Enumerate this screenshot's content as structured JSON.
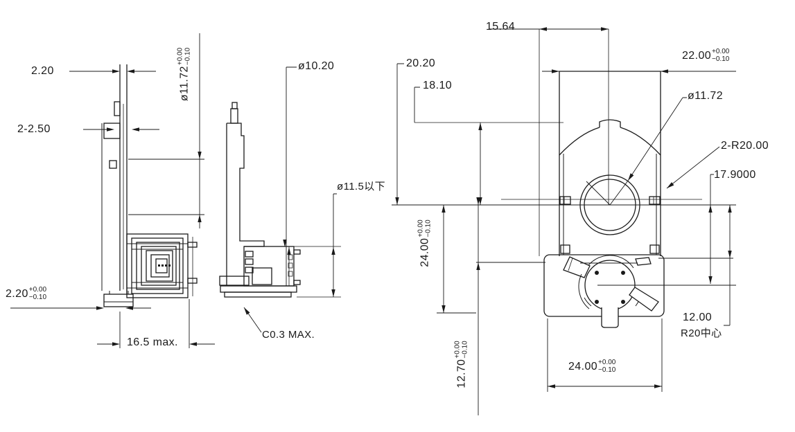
{
  "drawing": {
    "type": "mechanical-part-three-view-dimension-drawing",
    "line_color": "#1a1a1a",
    "background": "#ffffff",
    "views": {
      "left": "side-view-section",
      "middle": "side-profile-view",
      "right": "front-view-with-gear-housing"
    }
  },
  "labels": {
    "plate_thickness_top": {
      "value": "2.20"
    },
    "slot_two_places": {
      "value": "2-2.50"
    },
    "dia1172_side": {
      "value": "ø11.72",
      "tol_plus": "+0.00",
      "tol_minus": "−0.10"
    },
    "base_thickness": {
      "value": "2.20",
      "tol_plus": "+0.00",
      "tol_minus": "−0.10"
    },
    "max_depth": {
      "value": "16.5  max."
    },
    "dia1020": {
      "value": "ø10.20"
    },
    "dia115_max": {
      "value": "ø11.5以下"
    },
    "chamfer": {
      "value": "C0.3 MAX."
    },
    "w1564": {
      "value": "15.64"
    },
    "h2020": {
      "value": "20.20"
    },
    "h1810": {
      "value": "18.10"
    },
    "w2200": {
      "value": "22.00",
      "tol_plus": "+0.00",
      "tol_minus": "−0.10"
    },
    "dia1172_front": {
      "value": "ø11.72"
    },
    "radius_two_places": {
      "value": "2-R20.00"
    },
    "h179": {
      "value": "17.9000"
    },
    "h2400_left": {
      "value": "24.00",
      "tol_plus": "+0.00",
      "tol_minus": "−0.10"
    },
    "h1270": {
      "value": "12.70",
      "tol_plus": "+0.00",
      "tol_minus": "−0.10"
    },
    "h1200": {
      "value": "12.00"
    },
    "r20_center": {
      "value": "R20中心"
    },
    "w2400_bottom": {
      "value": "24.00",
      "tol_plus": "+0.00",
      "tol_minus": "−0.10"
    }
  }
}
